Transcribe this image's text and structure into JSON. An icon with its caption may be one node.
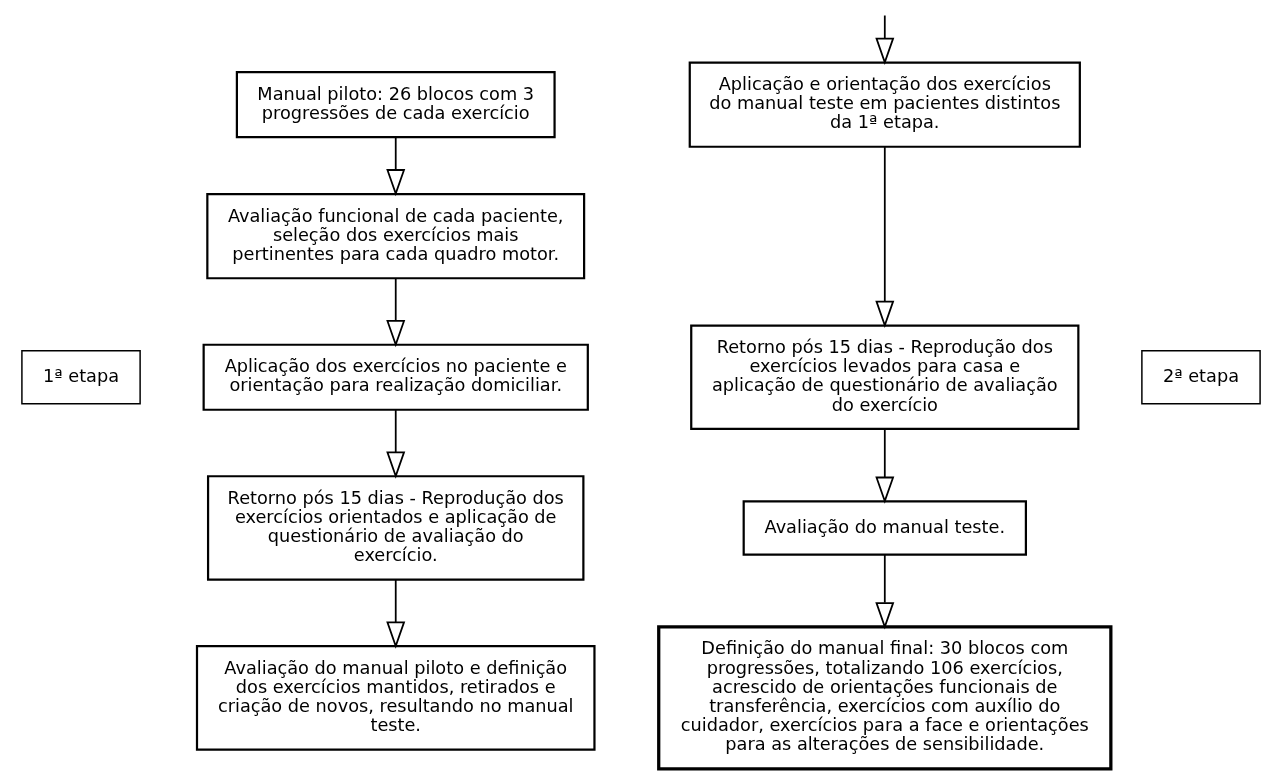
{
  "diagram": {
    "nodes": [
      {
        "text": [
          "1ª etapa"
        ]
      },
      {
        "text": [
          "Manual piloto: 26 blocos com 3 progressões de cada exercício"
        ]
      },
      {
        "text": [
          "Avaliação funcional de cada paciente, seleção dos exercícios mais pertinentes para cada quadro motor."
        ]
      },
      {
        "text": [
          "Aplicação dos exercícios no paciente e orientação para realização domiciliar."
        ]
      },
      {
        "text": [
          "Retorno pós 15 dias - Reprodução dos exercícios orientados e aplicação de questionário de avaliação do exercício."
        ]
      },
      {
        "text": [
          "Avaliação do manual piloto e definição dos exercícios mantidos, retirados e criação de novos, resultando no manual teste."
        ]
      },
      {
        "text": [
          "Aplicação e orientação dos exercícios do manual teste em pacientes distintos da 1ª etapa."
        ]
      },
      {
        "text": [
          "Retorno pós 15 dias - Reprodução dos exercícios levados para casa e aplicação de questionário de avaliação do exercício"
        ]
      },
      {
        "text": [
          "Avaliação do manual teste."
        ]
      },
      {
        "text": [
          "Definição do manual final: 30 blocos com progressões, totalizando 106 exercícios, acrescido de orientações funcionais de transferência, exercícios com auxílio do cuidador, exercícios para a face e orientações para as alterações de sensibilidade."
        ]
      },
      {
        "text": [
          "2ª etapa"
        ]
      }
    ],
    "edges": [
      {
        "from": 1,
        "to": 2,
        "arrow": "to"
      },
      {
        "from": 2,
        "to": 3,
        "arrow": "to"
      },
      {
        "from": 3,
        "to": 4,
        "arrow": "to"
      },
      {
        "from": 4,
        "to": 5,
        "arrow": "to"
      },
      {
        "from": null,
        "to": 6,
        "arrow": "to"
      },
      {
        "from": 6,
        "to": 7,
        "arrow": "to"
      },
      {
        "from": 7,
        "to": 8,
        "arrow": "to"
      },
      {
        "from": 8,
        "to": 9,
        "arrow": "to"
      }
    ]
  }
}
